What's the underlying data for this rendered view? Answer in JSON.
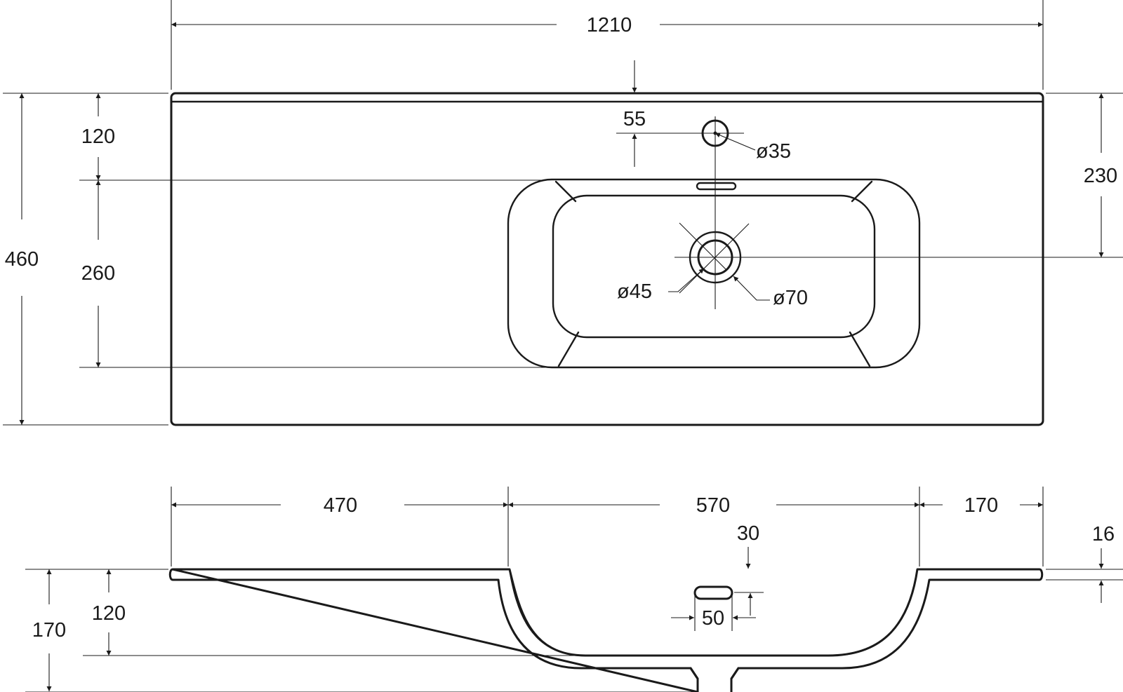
{
  "drawing": {
    "top_view": {
      "overall_width": "1210",
      "overall_depth": "460",
      "front_to_bowl": "120",
      "bowl_depth": "260",
      "tap_hole_offset": "55",
      "tap_hole_diameter": "ø35",
      "drain_inner_diameter": "ø45",
      "drain_outer_diameter": "ø70",
      "drain_offset": "230"
    },
    "front_view": {
      "left_deck": "470",
      "bowl_width": "570",
      "right_deck": "170",
      "overflow_offset": "30",
      "slab_thickness": "16",
      "overflow_width": "50",
      "bowl_height": "120",
      "total_height": "170"
    }
  }
}
